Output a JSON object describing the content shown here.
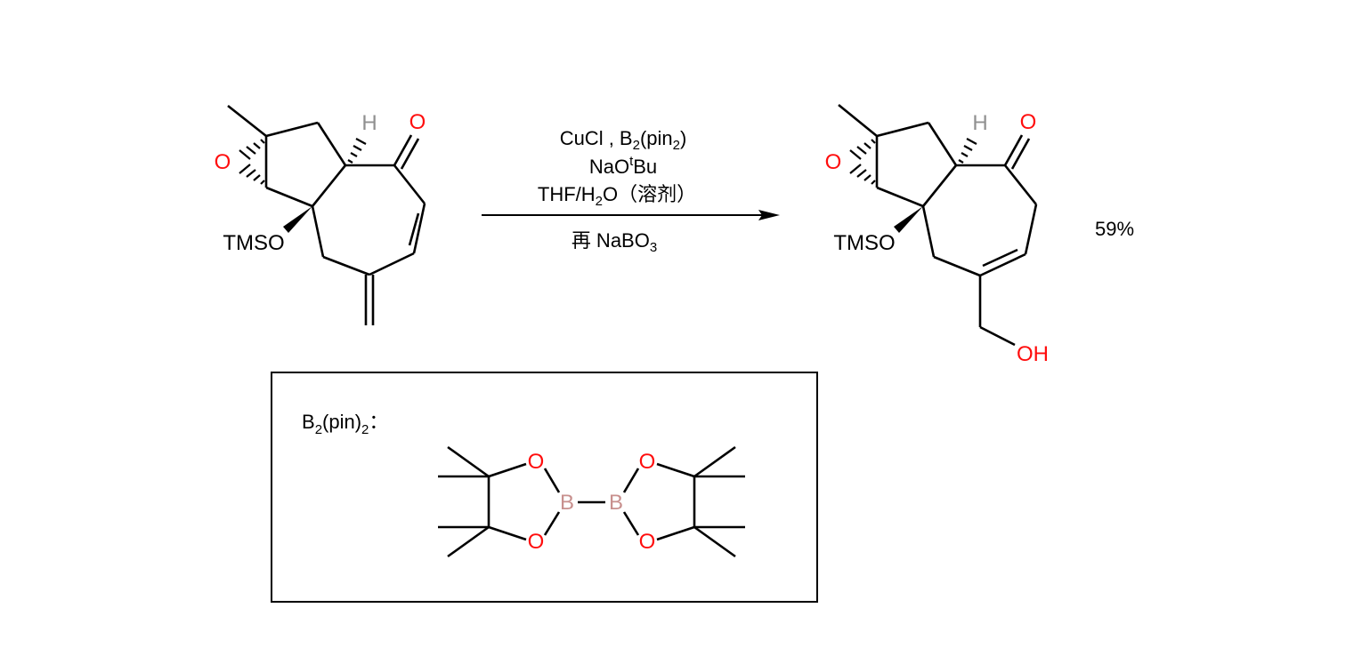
{
  "reaction": {
    "reactant": {
      "labels": {
        "oxygen_epoxide": "O",
        "hydrogen": "H",
        "oxygen_ketone": "O",
        "tmso": "TMSO"
      }
    },
    "conditions": {
      "line1_cucl": "CuCl , B",
      "line1_sub": "2",
      "line1_pin": "(pin",
      "line1_sub2": "2",
      "line1_close": ")",
      "line2_base": "NaO",
      "line2_sup": "t",
      "line2_bu": "Bu",
      "line3_thf": "THF/H",
      "line3_sub": "2",
      "line3_rest": "O（溶剂）",
      "line4_main": "再 NaBO",
      "line4_sub": "3"
    },
    "product": {
      "labels": {
        "oxygen_epoxide": "O",
        "hydrogen": "H",
        "oxygen_ketone": "O",
        "tmso": "TMSO",
        "hydroxyl": "OH"
      }
    },
    "yield": "59%"
  },
  "reagent_box": {
    "title_b": "B",
    "title_sub": "2",
    "title_pin": "(pin)",
    "title_sub2": "2",
    "title_colon": "：",
    "atoms": {
      "o1": "O",
      "o2": "O",
      "o3": "O",
      "o4": "O",
      "b1": "B",
      "b2": "B"
    }
  }
}
